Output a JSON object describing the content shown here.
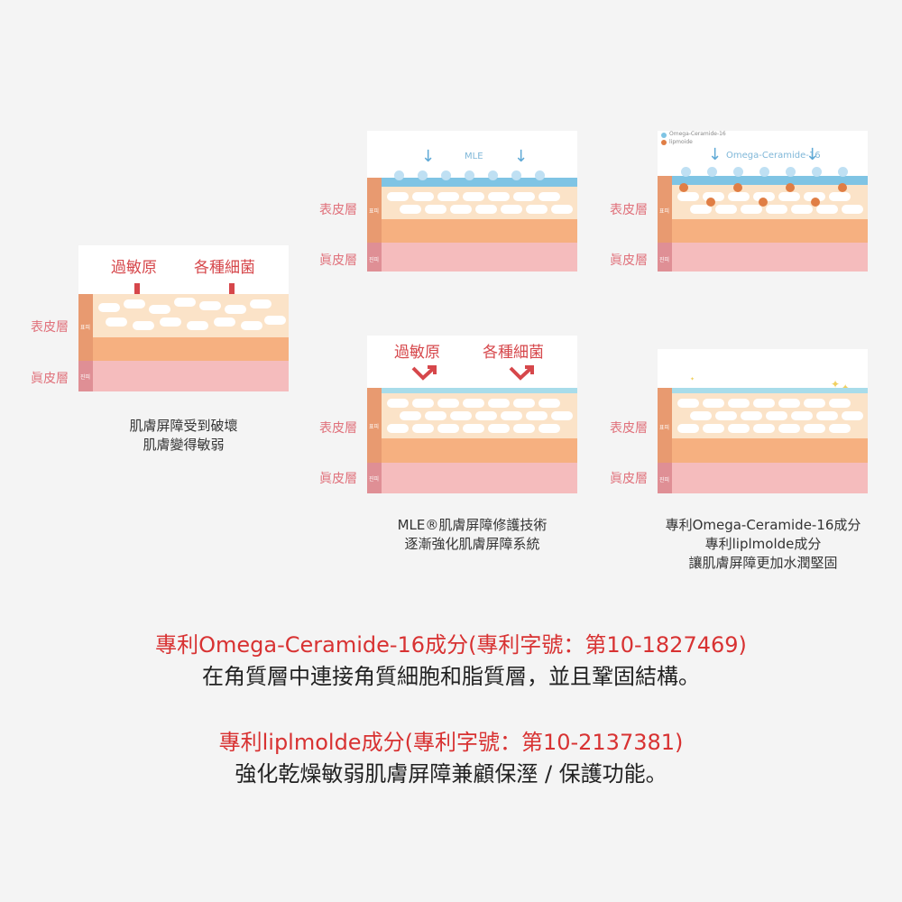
{
  "layer_labels": {
    "epidermis": "表皮層",
    "dermis": "眞皮層",
    "epidermis_tag": "표피",
    "dermis_tag": "진피"
  },
  "panel_damaged": {
    "allergen": "過敏原",
    "bacteria": "各種細菌",
    "caption_line1": "肌膚屏障受到破壞",
    "caption_line2": "肌膚變得敏弱"
  },
  "panel_mle": {
    "top_label": "MLE",
    "allergen": "過敏原",
    "bacteria": "各種細菌",
    "caption_line1": "MLE®肌膚屏障修護技術",
    "caption_line2": "逐漸強化肌膚屏障系統"
  },
  "panel_omega": {
    "legend_1": "Omega-Ceramide-16",
    "legend_2": "lipmoide",
    "top_label": "Omega-Ceramide-16",
    "caption_line1": "專利Omega-Ceramide-16成分",
    "caption_line2": "專利liplmolde成分",
    "caption_line3": "讓肌膚屏障更加水潤堅固"
  },
  "bottom": {
    "line1_red": "專利Omega-Ceramide-16成分(專利字號：第10-1827469)",
    "line2": "在角質層中連接角質細胞和脂質層，並且鞏固結構。",
    "line3_red": "專利liplmolde成分(專利字號：第10-2137381)",
    "line4": "強化乾燥敏弱肌膚屏障兼顧保溼 / 保護功能。"
  },
  "colors": {
    "cream": "#fbe3c8",
    "orange": "#f6b080",
    "pink": "#f5bcbd",
    "tag_orange": "#e89a70",
    "tag_pink": "#df8f95",
    "blue": "#7fc4e4",
    "dot_blue": "#a8d4ef",
    "dot_orange": "#e07e45",
    "red_arrow": "#d6474b"
  }
}
